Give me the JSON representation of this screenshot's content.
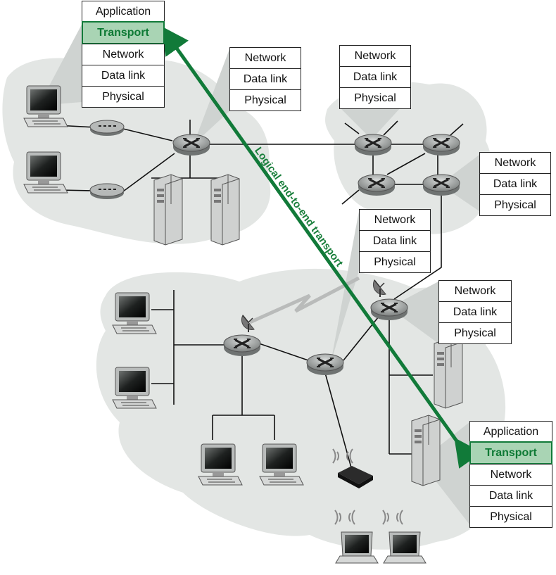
{
  "stacks": {
    "host_top_left": [
      "Application",
      "Transport",
      "Network",
      "Data link",
      "Physical"
    ],
    "router_top_middle": [
      "Network",
      "Data link",
      "Physical"
    ],
    "router_top_right": [
      "Network",
      "Data link",
      "Physical"
    ],
    "router_right_upper": [
      "Network",
      "Data link",
      "Physical"
    ],
    "router_middle": [
      "Network",
      "Data link",
      "Physical"
    ],
    "router_right_lower": [
      "Network",
      "Data link",
      "Physical"
    ],
    "host_bottom_right": [
      "Application",
      "Transport",
      "Network",
      "Data link",
      "Physical"
    ]
  },
  "highlight_layer": "Transport",
  "arrow_label": "Logical end-to-end transport",
  "colors": {
    "accent": "#117a39",
    "highlight_fill": "#a9d4b4",
    "network_cloud": "#e3e6e4",
    "device": "#8a8d8c"
  },
  "icons": [
    "router-icon",
    "desktop-computer-icon",
    "server-tower-icon",
    "modem-icon",
    "wireless-access-point-icon",
    "laptop-icon",
    "satellite-dish-icon"
  ]
}
